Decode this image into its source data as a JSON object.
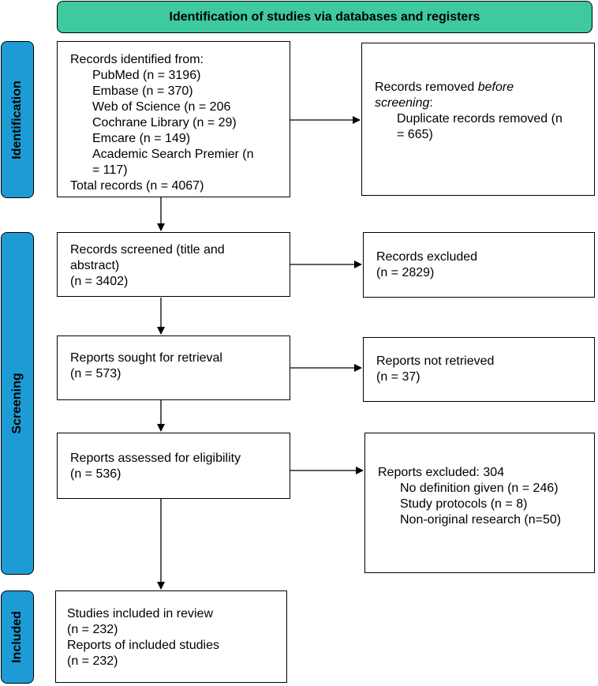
{
  "header": {
    "title": "Identification of studies via databases and registers"
  },
  "phases": {
    "identification": "Identification",
    "screening": "Screening",
    "included": "Included"
  },
  "identification": {
    "records_intro": "Records identified from:",
    "sources": [
      "PubMed (n = 3196)",
      "Embase (n = 370)",
      "Web of Science (n = 206",
      "Cochrane Library (n = 29)",
      "Emcare (n = 149)",
      "Academic Search Premier (n",
      "= 117)"
    ],
    "total": "Total records (n = 4067)",
    "removed_title_pre": "Records removed ",
    "removed_title_em1": "before",
    "removed_title_em2": "screening",
    "removed_title_post": ":",
    "duplicates_line1": "Duplicate records removed (n",
    "duplicates_line2": "= 665)"
  },
  "screening": {
    "screened_line1": "Records screened (title and",
    "screened_line2": "abstract)",
    "screened_line3": "(n = 3402)",
    "excluded_line1": "Records excluded",
    "excluded_line2": "(n = 2829)",
    "sought_line1": "Reports sought for retrieval",
    "sought_line2": "(n = 573)",
    "not_retrieved_line1": "Reports not retrieved",
    "not_retrieved_line2": "(n = 37)",
    "assessed_line1": "Reports assessed for eligibility",
    "assessed_line2": "(n = 536)",
    "reports_excluded_title": "Reports excluded: 304",
    "reports_excluded_reasons": [
      "No definition given (n = 246)",
      "Study protocols (n = 8)",
      "Non-original research (n=50)"
    ]
  },
  "included": {
    "line1": "Studies included in review",
    "line2": "(n = 232)",
    "line3": "Reports of included studies",
    "line4": "(n = 232)"
  },
  "colors": {
    "header_fill": "#3ec9a0",
    "phase_fill": "#1d9bd4",
    "box_border": "#000000"
  }
}
